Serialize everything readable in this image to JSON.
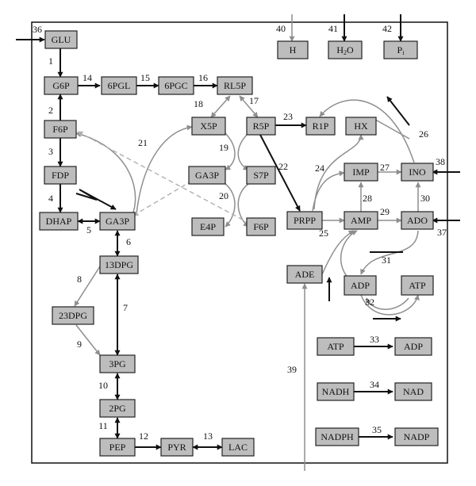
{
  "nodes": {
    "glu": "GLU",
    "g6p": "G6P",
    "pgl6": "6PGL",
    "pgc6": "6PGC",
    "rl5p": "RL5P",
    "f6p": "F6P",
    "fdp": "FDP",
    "dhap": "DHAP",
    "ga3p": "GA3P",
    "x5p": "X5P",
    "r5p": "R5P",
    "r1p": "R1P",
    "ga3p_b": "GA3P",
    "s7p": "S7P",
    "e4p": "E4P",
    "f6p_b": "F6P",
    "pgd13": "13DPG",
    "pgd23": "23DPG",
    "pg3": "3PG",
    "pg2": "2PG",
    "pep": "PEP",
    "pyr": "PYR",
    "lac": "LAC",
    "h": "H",
    "h2o_main": "H",
    "h2o_sub": "2",
    "h2o_end": "O",
    "pi_main": "P",
    "pi_sub": "i",
    "hx": "HX",
    "imp": "IMP",
    "ino": "INO",
    "prpp": "PRPP",
    "amp": "AMP",
    "ado": "ADO",
    "ade": "ADE",
    "adp": "ADP",
    "atp": "ATP",
    "atp_l": "ATP",
    "adp_r": "ADP",
    "nadh": "NADH",
    "nad": "NAD",
    "nadph": "NADPH",
    "nadp": "NADP"
  },
  "labels": [
    "1",
    "2",
    "3",
    "4",
    "5",
    "6",
    "7",
    "8",
    "9",
    "10",
    "11",
    "12",
    "13",
    "14",
    "15",
    "16",
    "17",
    "18",
    "19",
    "20",
    "21",
    "22",
    "23",
    "24",
    "25",
    "26",
    "27",
    "28",
    "29",
    "30",
    "31",
    "32",
    "33",
    "34",
    "35",
    "36",
    "37",
    "38",
    "39",
    "40",
    "41",
    "42"
  ]
}
